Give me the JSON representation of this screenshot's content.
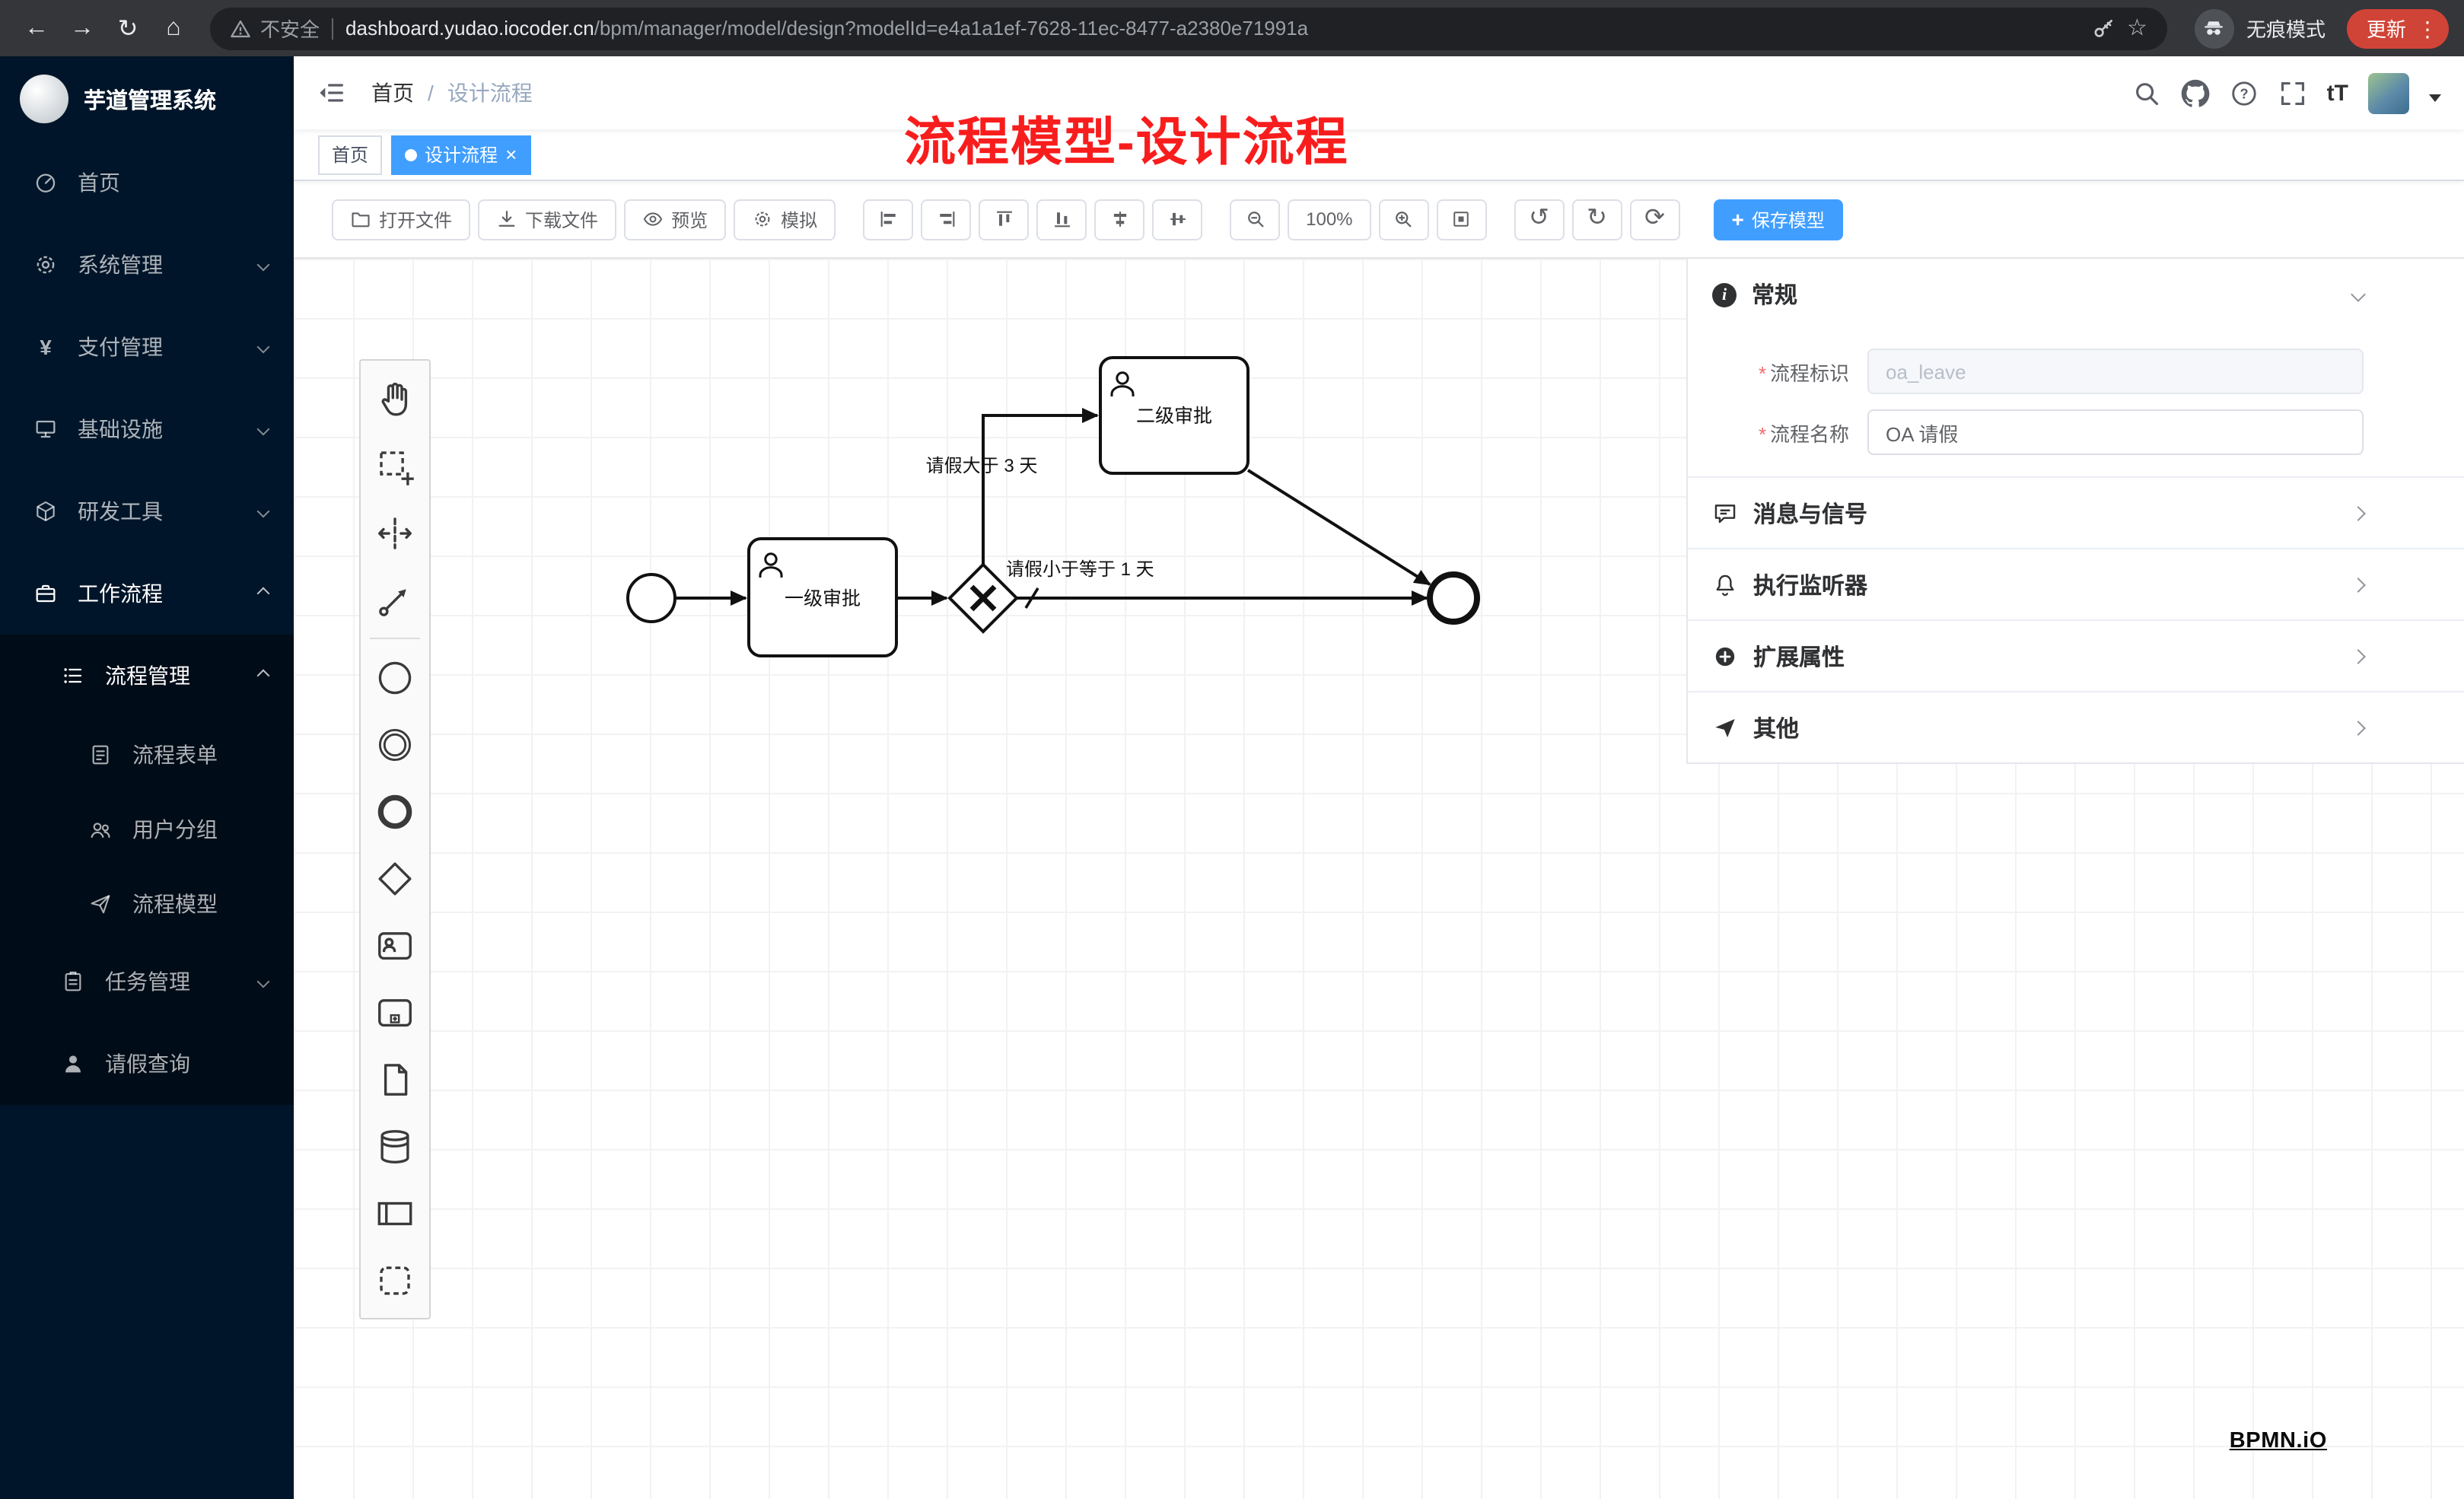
{
  "browser": {
    "security_label": "不安全",
    "url_host": "dashboard.yudao.iocoder.cn",
    "url_path": "/bpm/manager/model/design?modelId=e4a1a1ef-7628-11ec-8477-a2380e71991a",
    "incognito_label": "无痕模式",
    "update_label": "更新"
  },
  "sidebar": {
    "title": "芋道管理系统",
    "items": [
      {
        "label": "首页"
      },
      {
        "label": "系统管理"
      },
      {
        "label": "支付管理"
      },
      {
        "label": "基础设施"
      },
      {
        "label": "研发工具"
      },
      {
        "label": "工作流程"
      },
      {
        "label": "流程管理"
      },
      {
        "label": "流程表单"
      },
      {
        "label": "用户分组"
      },
      {
        "label": "流程模型"
      },
      {
        "label": "任务管理"
      },
      {
        "label": "请假查询"
      }
    ]
  },
  "header": {
    "breadcrumb_home": "首页",
    "breadcrumb_current": "设计流程",
    "font_icon": "tT"
  },
  "tags": {
    "home": "首页",
    "active": "设计流程"
  },
  "annotation": {
    "text": "流程模型-设计流程"
  },
  "toolbar": {
    "open": "打开文件",
    "download": "下载文件",
    "preview": "预览",
    "simulate": "模拟",
    "zoom": "100%",
    "save": "保存模型"
  },
  "diagram": {
    "task1": "一级审批",
    "task2": "二级审批",
    "condition_gt": "请假大于 3 天",
    "condition_le": "请假小于等于 1 天"
  },
  "panel": {
    "general_title": "常规",
    "process_key_label": "流程标识",
    "process_key_value": "oa_leave",
    "process_name_label": "流程名称",
    "process_name_value": "OA 请假",
    "sections": [
      {
        "label": "消息与信号"
      },
      {
        "label": "执行监听器"
      },
      {
        "label": "扩展属性"
      },
      {
        "label": "其他"
      }
    ]
  },
  "watermark": {
    "text": "BPMN.iO"
  }
}
